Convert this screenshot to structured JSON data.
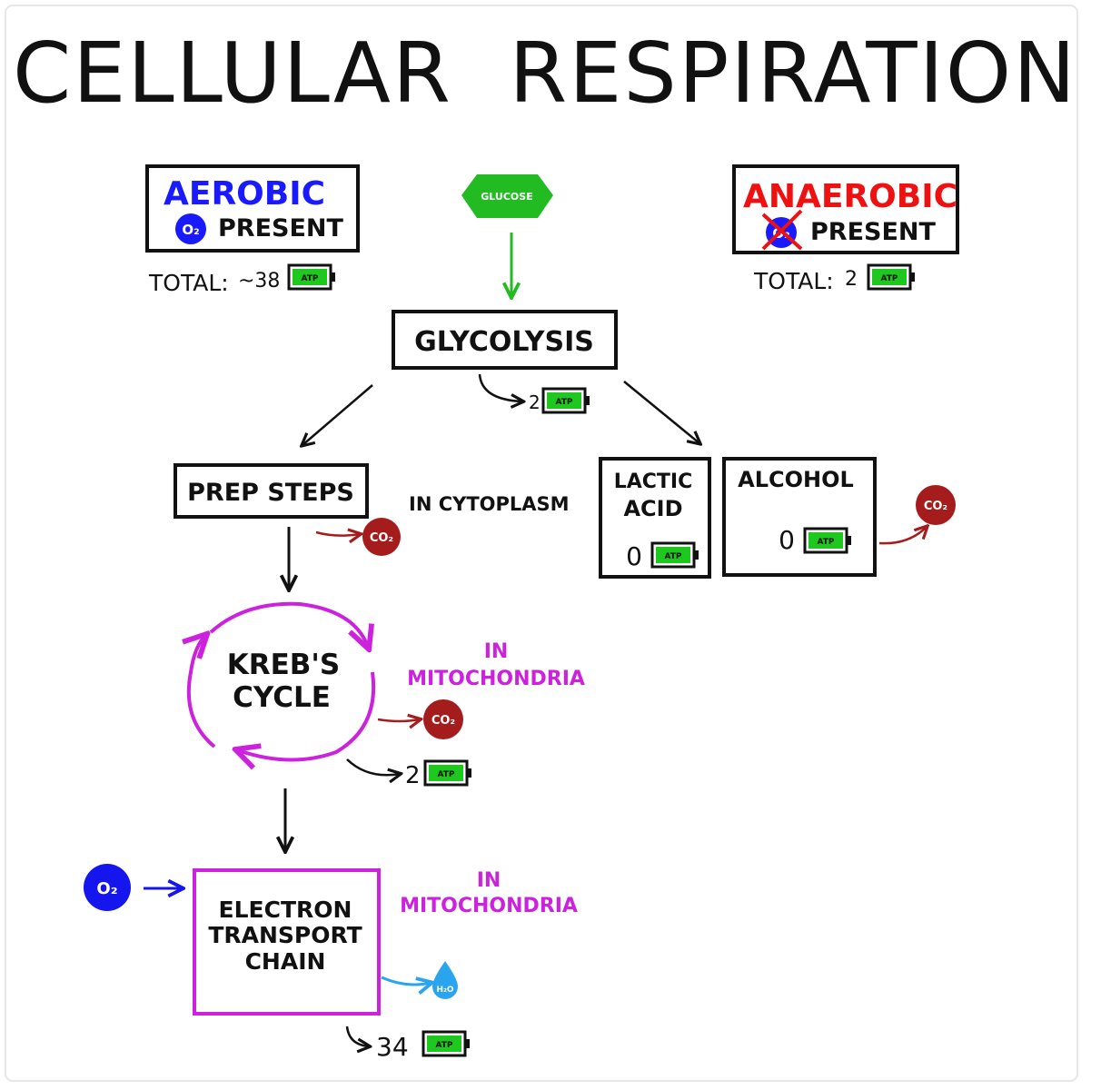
{
  "title": "CELLULAR  RESPIRATION",
  "colors": {
    "ink": "#111111",
    "aerobic": "#1a1aff",
    "anaerobic": "#ee1111",
    "mito": "#cc22dd",
    "glucose": "#22bb22",
    "co2": "#a51c1c",
    "co2_arrow": "#a51c1c",
    "o2": "#1515ee",
    "water": "#2aa4ee",
    "battery_fill": "#1ec81e"
  },
  "aerobic": {
    "heading": "AEROBIC",
    "o2_symbol": "O₂",
    "condition": "PRESENT",
    "total_label": "TOTAL:",
    "total_value": "~38",
    "atp": "ATP"
  },
  "anaerobic": {
    "heading": "ANAEROBIC",
    "o2_symbol": "O₂",
    "condition": "PRESENT",
    "total_label": "TOTAL:",
    "total_value": "2",
    "atp": "ATP"
  },
  "glucose": "GLUCOSE",
  "glycolysis": {
    "label": "GLYCOLYSIS",
    "atp_count": "2",
    "atp": "ATP"
  },
  "prep_steps": {
    "label": "PREP STEPS",
    "co2": "CO₂"
  },
  "cytoplasm_note": "IN CYTOPLASM",
  "lactic_acid": {
    "line1": "LACTIC",
    "line2": "ACID",
    "atp_count": "0",
    "atp": "ATP"
  },
  "alcohol": {
    "label": "ALCOHOL",
    "atp_count": "0",
    "atp": "ATP",
    "co2": "CO₂"
  },
  "krebs": {
    "line1": "KREB'S",
    "line2": "CYCLE",
    "co2": "CO₂",
    "atp_count": "2",
    "atp": "ATP"
  },
  "mito_note_1": {
    "line1": "IN",
    "line2": "MITOCHONDRIA"
  },
  "etc": {
    "line1": "ELECTRON",
    "line2": "TRANSPORT",
    "line3": "CHAIN",
    "atp_count": "34",
    "atp": "ATP",
    "o2": "O₂",
    "water": "H₂O"
  },
  "mito_note_2": {
    "line1": "IN",
    "line2": "MITOCHONDRIA"
  }
}
